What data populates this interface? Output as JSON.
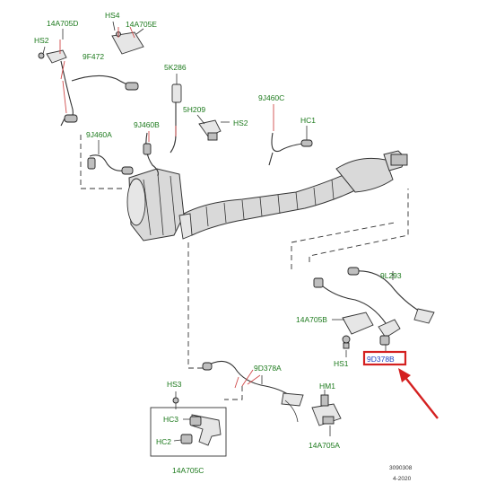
{
  "labels": {
    "l_14a705d": "14A705D",
    "l_hs4": "HS4",
    "l_14a705e": "14A705E",
    "l_hs2_top": "HS2",
    "l_9f472": "9F472",
    "l_5k286": "5K286",
    "l_5h209": "5H209",
    "l_9j460c": "9J460C",
    "l_9j460b": "9J460B",
    "l_hs2_mid": "HS2",
    "l_hc1": "HC1",
    "l_9j460a": "9J460A",
    "l_9l293": "9L293",
    "l_14a705b": "14A705B",
    "l_hs1": "HS1",
    "l_9d378b": "9D378B",
    "l_9d378a": "9D378A",
    "l_hs3": "HS3",
    "l_hm1": "HM1",
    "l_hc3": "HC3",
    "l_hc2": "HC2",
    "l_14a705a": "14A705A",
    "l_14a705c": "14A705C"
  },
  "footer": {
    "code": "3090308",
    "date": "4-2020"
  },
  "highlight_color": "#d42020",
  "label_color": "#1d7a1d"
}
